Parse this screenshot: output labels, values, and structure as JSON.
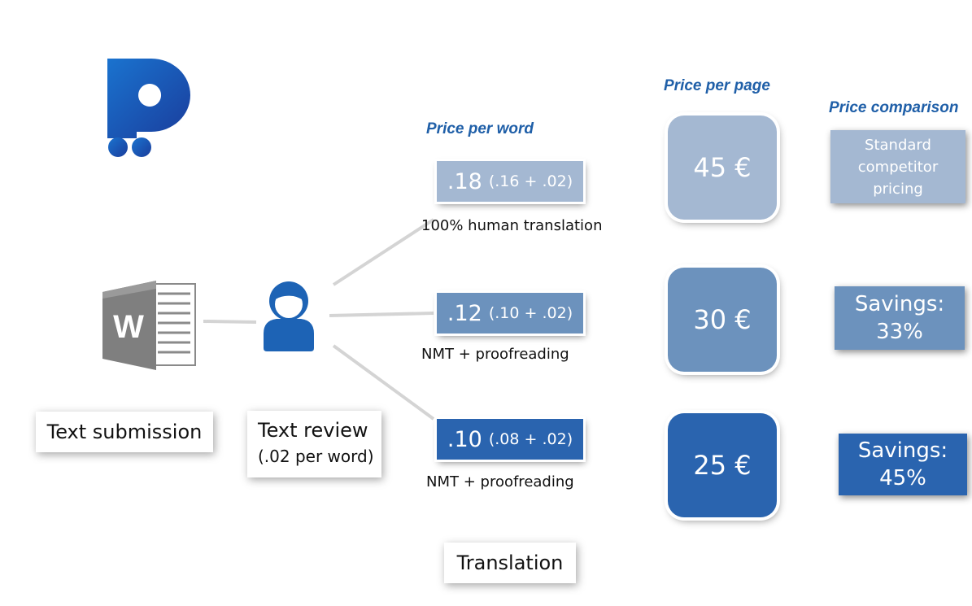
{
  "headings": {
    "price_per_word": "Price per word",
    "price_per_page": "Price per page",
    "price_comparison": "Price comparison"
  },
  "rows": [
    {
      "word_big": ".18",
      "word_breakdown": "(.16 + .02)",
      "method": "100% human translation",
      "page_price": "45 €",
      "comparison": "Standard competitor pricing"
    },
    {
      "word_big": ".12",
      "word_breakdown": "(.10 + .02)",
      "method": "NMT + proofreading",
      "page_price": "30 €",
      "comparison": "Savings: 33%"
    },
    {
      "word_big": ".10",
      "word_breakdown": "(.08 + .02)",
      "method": "NMT + proofreading",
      "page_price": "25 €",
      "comparison": "Savings: 45%"
    }
  ],
  "steps": {
    "submission": "Text submission",
    "review_title": "Text review",
    "review_detail": "(.02 per word)",
    "translation": "Translation"
  },
  "icons": {
    "logo": "p-logo-icon",
    "document": "word-document-icon",
    "reviewer": "user-icon"
  },
  "colors": {
    "light": "#a4b8d2",
    "mid": "#6c92bd",
    "dark": "#2a64af",
    "heading": "#1f5fa8"
  }
}
